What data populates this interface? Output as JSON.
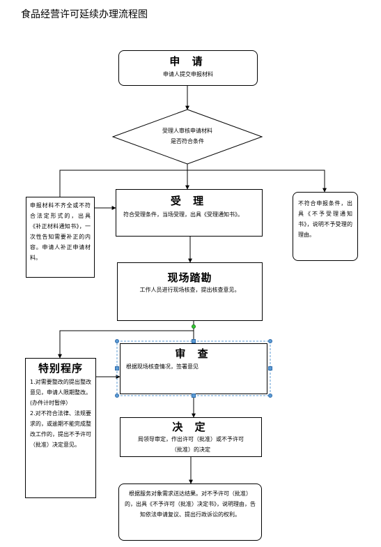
{
  "title": "食品经营许可延续办理流程图",
  "apply": {
    "title": "申 请",
    "text": "申请人提交申报材料"
  },
  "review_decision": {
    "line1": "受理人审核申请材料",
    "line2": "是否符合条件"
  },
  "incomplete": {
    "text": "申报材料不齐全或不符合法定形式的，出具《补正材料通知书》，一次性告知需要补正的内容。申请人补正申请材料。"
  },
  "accept": {
    "title": "受 理",
    "text": "符合受理条件，当场受理，出具《受理通知书》。"
  },
  "reject": {
    "text": "不符合申报条件，出具《不予受理通知书》，说明不予受理的理由。"
  },
  "inspection": {
    "title": "现场踏勘",
    "text": "工作人员进行现场核查，提出核查意见。"
  },
  "special": {
    "title": "特别程序",
    "item1": "1.对需要整改的提出整改意见，申请人限期整改。(办件计时暂停）",
    "item2": "2.对不符合法律、法规要求的，或逾期不能完成整改工作的，提出不予许可（批准）决定意见。"
  },
  "examine": {
    "title": "审 查",
    "text": "根据现场核查情况，签署意见"
  },
  "decision": {
    "title": "决 定",
    "text": "局领导审定，作出许可（批准）或不予许可（批准）的决定"
  },
  "delivery": {
    "text": "根据服务对象需求送达结果。对不予许可（批准）的，出具《不予许可（批准）决定书》，说明理由，告知依法申请复议、提出行政诉讼的权利。"
  }
}
